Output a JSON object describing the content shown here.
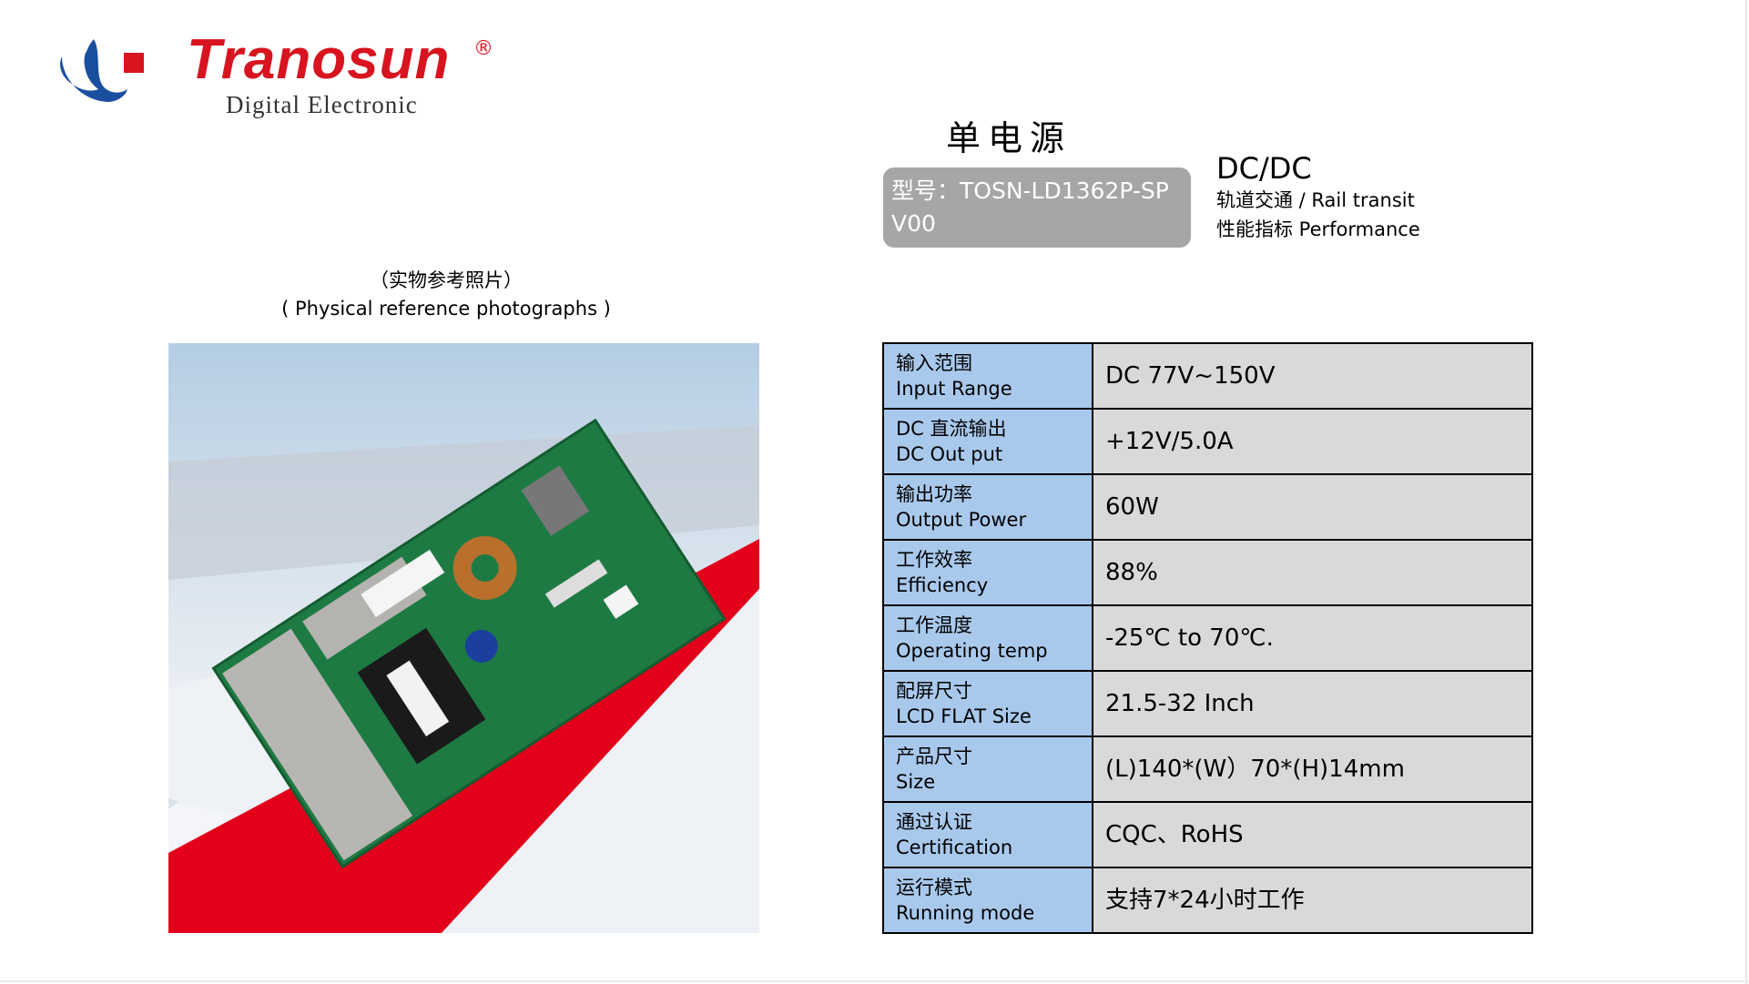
{
  "logo": {
    "brand": "Tranosun",
    "registered": "®",
    "subtitle": "Digital Electronic",
    "colors": {
      "red": "#d7141f",
      "blue": "#1a4fa0"
    }
  },
  "header": {
    "title": "单电源",
    "model": "型号：TOSN-LD1362P-SP V00",
    "category": "DC/DC",
    "application": "轨道交通 / Rail transit",
    "section": "性能指标 Performance"
  },
  "photo": {
    "caption_cn": "（实物参考照片）",
    "caption_en": "( Physical reference photographs )"
  },
  "specs": [
    {
      "cn": "输入范围",
      "en": "Input Range",
      "value": "DC 77V~150V"
    },
    {
      "cn": "DC 直流输出",
      "en": "DC Out put",
      "value": "+12V/5.0A"
    },
    {
      "cn": "输出功率",
      "en": "Output Power",
      "value": "60W"
    },
    {
      "cn": "工作效率",
      "en": "Efficiency",
      "value": "88%"
    },
    {
      "cn": "工作温度",
      "en": "Operating temp",
      "value": " -25℃ to 70℃."
    },
    {
      "cn": "配屏尺寸",
      "en": "LCD FLAT Size",
      "value": "21.5-32 Inch"
    },
    {
      "cn": "产品尺寸",
      "en": "Size",
      "value": "(L)140*(W）70*(H)14mm"
    },
    {
      "cn": "通过认证",
      "en": "Certification",
      "value": "CQC、RoHS"
    },
    {
      "cn": "运行模式",
      "en": "Running mode",
      "value": "支持7*24小时工作"
    }
  ]
}
